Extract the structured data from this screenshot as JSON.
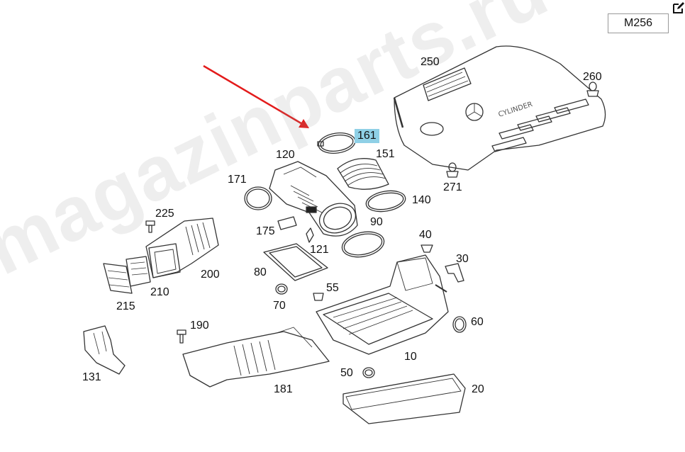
{
  "model": "M256",
  "watermark": "magazinparts.ru",
  "highlighted_part": "161",
  "part_labels": {
    "p250": "250",
    "p260": "260",
    "p161": "161",
    "p151": "151",
    "p120": "120",
    "p171": "171",
    "p271": "271",
    "p140": "140",
    "p225": "225",
    "p175": "175",
    "p90": "90",
    "p40": "40",
    "p121": "121",
    "p30": "30",
    "p200": "200",
    "p80": "80",
    "p55": "55",
    "p210": "210",
    "p215": "215",
    "p70": "70",
    "p60": "60",
    "p190": "190",
    "p10": "10",
    "p131": "131",
    "p50": "50",
    "p20": "20",
    "p181": "181"
  },
  "colors": {
    "highlight": "#8fd0e6",
    "arrow": "#e31b1b",
    "line": "#333333"
  },
  "icons": {
    "edit": "edit-icon"
  }
}
